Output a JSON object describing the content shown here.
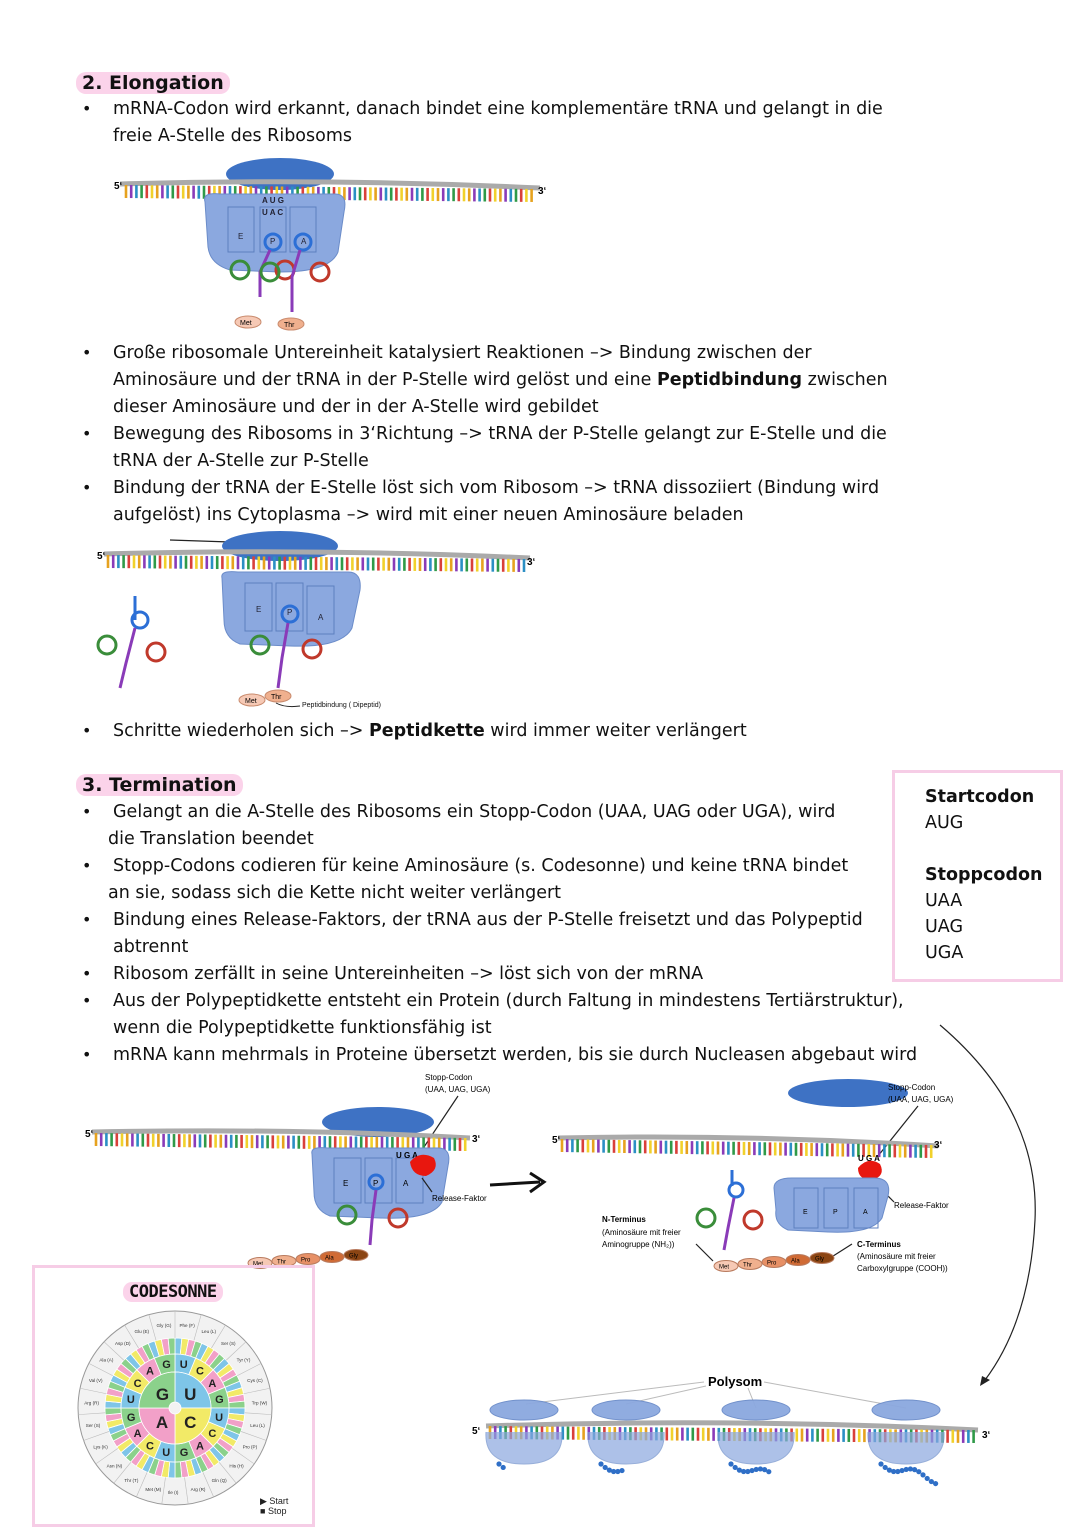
{
  "elongation": {
    "heading": "2. Elongation",
    "b1_l1": "mRNA-Codon wird erkannt, danach bindet eine komplementäre tRNA und gelangt in die",
    "b1_l2": "freie A-Stelle des Ribosoms",
    "b2_l1": "Große ribosomale Untereinheit katalysiert Reaktionen –> Bindung zwischen der",
    "b2_l2a": "Aminosäure und der tRNA in der P-Stelle wird gelöst und eine ",
    "b2_l2b": "Peptidbindung",
    "b2_l2c": " zwischen",
    "b2_l3": "dieser Aminosäure und der in der A-Stelle wird gebildet",
    "b3_l1": "Bewegung des Ribosoms in 3‘Richtung –> tRNA der P-Stelle gelangt zur E-Stelle und die",
    "b3_l2": "tRNA der A-Stelle zur P-Stelle",
    "b4_l1": "Bindung der tRNA der E-Stelle löst sich vom Ribosom –> tRNA dissoziiert (Bindung wird",
    "b4_l2": "aufgelöst) ins Cytoplasma –> wird mit einer neuen Aminosäure beladen",
    "b5_a": "Schritte wiederholen sich –> ",
    "b5_b": "Peptidkette",
    "b5_c": " wird immer weiter verlängert"
  },
  "figure1": {
    "five": "5‘",
    "three": "3‘",
    "codon": "A U G",
    "anticodon": "U A C",
    "site_e": "E",
    "site_p": "P",
    "site_a": "A",
    "aa1": "Met",
    "aa2": "Thr"
  },
  "figure2": {
    "five": "5‘",
    "three": "3‘",
    "site_e": "E",
    "site_p": "P",
    "site_a": "A",
    "aa1": "Met",
    "aa2": "Thr",
    "note": "Peptidbindung ( Dipeptid)"
  },
  "termination": {
    "heading": "3. Termination",
    "b1_l1": "Gelangt an die A-Stelle des Ribosoms ein Stopp-Codon (UAA, UAG oder UGA), wird",
    "b1_l2": "die Translation beendet",
    "b2_l1": "Stopp-Codons codieren für keine Aminosäure (s. Codesonne) und keine tRNA bindet",
    "b2_l2": "an sie, sodass sich die Kette nicht weiter verlängert",
    "b3_l1": "Bindung eines Release-Faktors, der tRNA aus der P-Stelle freisetzt und das Polypeptid",
    "b3_l2": "abtrennt",
    "b4_l1": "Ribosom zerfällt in seine Untereinheiten –> löst sich von der mRNA",
    "b5_l1": "Aus der Polypeptidkette entsteht ein Protein (durch Faltung in mindestens Tertiärstruktur),",
    "b5_l2": "wenn die Polypeptidkette funktionsfähig ist",
    "b6_l1": "mRNA kann mehrmals in Proteine übersetzt werden, bis sie durch Nucleasen abgebaut wird"
  },
  "codon_box": {
    "start_title": "Startcodon",
    "start_1": "AUG",
    "stop_title": "Stoppcodon",
    "stop_1": "UAA",
    "stop_2": "UAG",
    "stop_3": "UGA"
  },
  "figure3": {
    "five": "5‘",
    "three": "3‘",
    "stop_label_1": "Stopp-Codon",
    "stop_label_2": "(UAA, UAG, UGA)",
    "codon": "U G A",
    "release": "Release-Faktor",
    "site_e": "E",
    "site_p": "P",
    "site_a": "A",
    "aa": [
      "Met",
      "Thr",
      "Pro",
      "Ala",
      "Gly"
    ]
  },
  "figure4": {
    "five": "5‘",
    "three": "3‘",
    "stop_label_1": "Stopp-Codon",
    "stop_label_2": "(UAA, UAG, UGA)",
    "codon": "U G A",
    "release": "Release-Faktor",
    "site_e": "E",
    "site_p": "P",
    "site_a": "A",
    "n_title": "N-Terminus",
    "n_1": "(Aminosäure mit freier",
    "n_2": "Aminogruppe (NH₂))",
    "c_title": "C-Terminus",
    "c_1": "(Aminosäure mit freier",
    "c_2": "Carboxylgruppe (COOH))",
    "aa": [
      "Met",
      "Thr",
      "Pro",
      "Ala",
      "Gly"
    ]
  },
  "polysome": {
    "label": "Polysom",
    "five": "5‘",
    "three": "3‘"
  },
  "codesonne": {
    "title": "CODESONNE",
    "legend_start": "Start",
    "legend_stop": "Stop",
    "inner": [
      "U",
      "C",
      "A",
      "G"
    ],
    "amino": [
      "Phe (F)",
      "Leu (L)",
      "Ser (S)",
      "Tyr (Y)",
      "Cys (C)",
      "Trp (W)",
      "Leu (L)",
      "Pro (P)",
      "His (H)",
      "Gln (Q)",
      "Arg (R)",
      "Ile (I)",
      "Met (M)",
      "Thr (T)",
      "Asn (N)",
      "Lys (K)",
      "Ser (S)",
      "Arg (R)",
      "Val (V)",
      "Ala (A)",
      "Asp (D)",
      "Glu (E)",
      "Gly (G)"
    ]
  }
}
